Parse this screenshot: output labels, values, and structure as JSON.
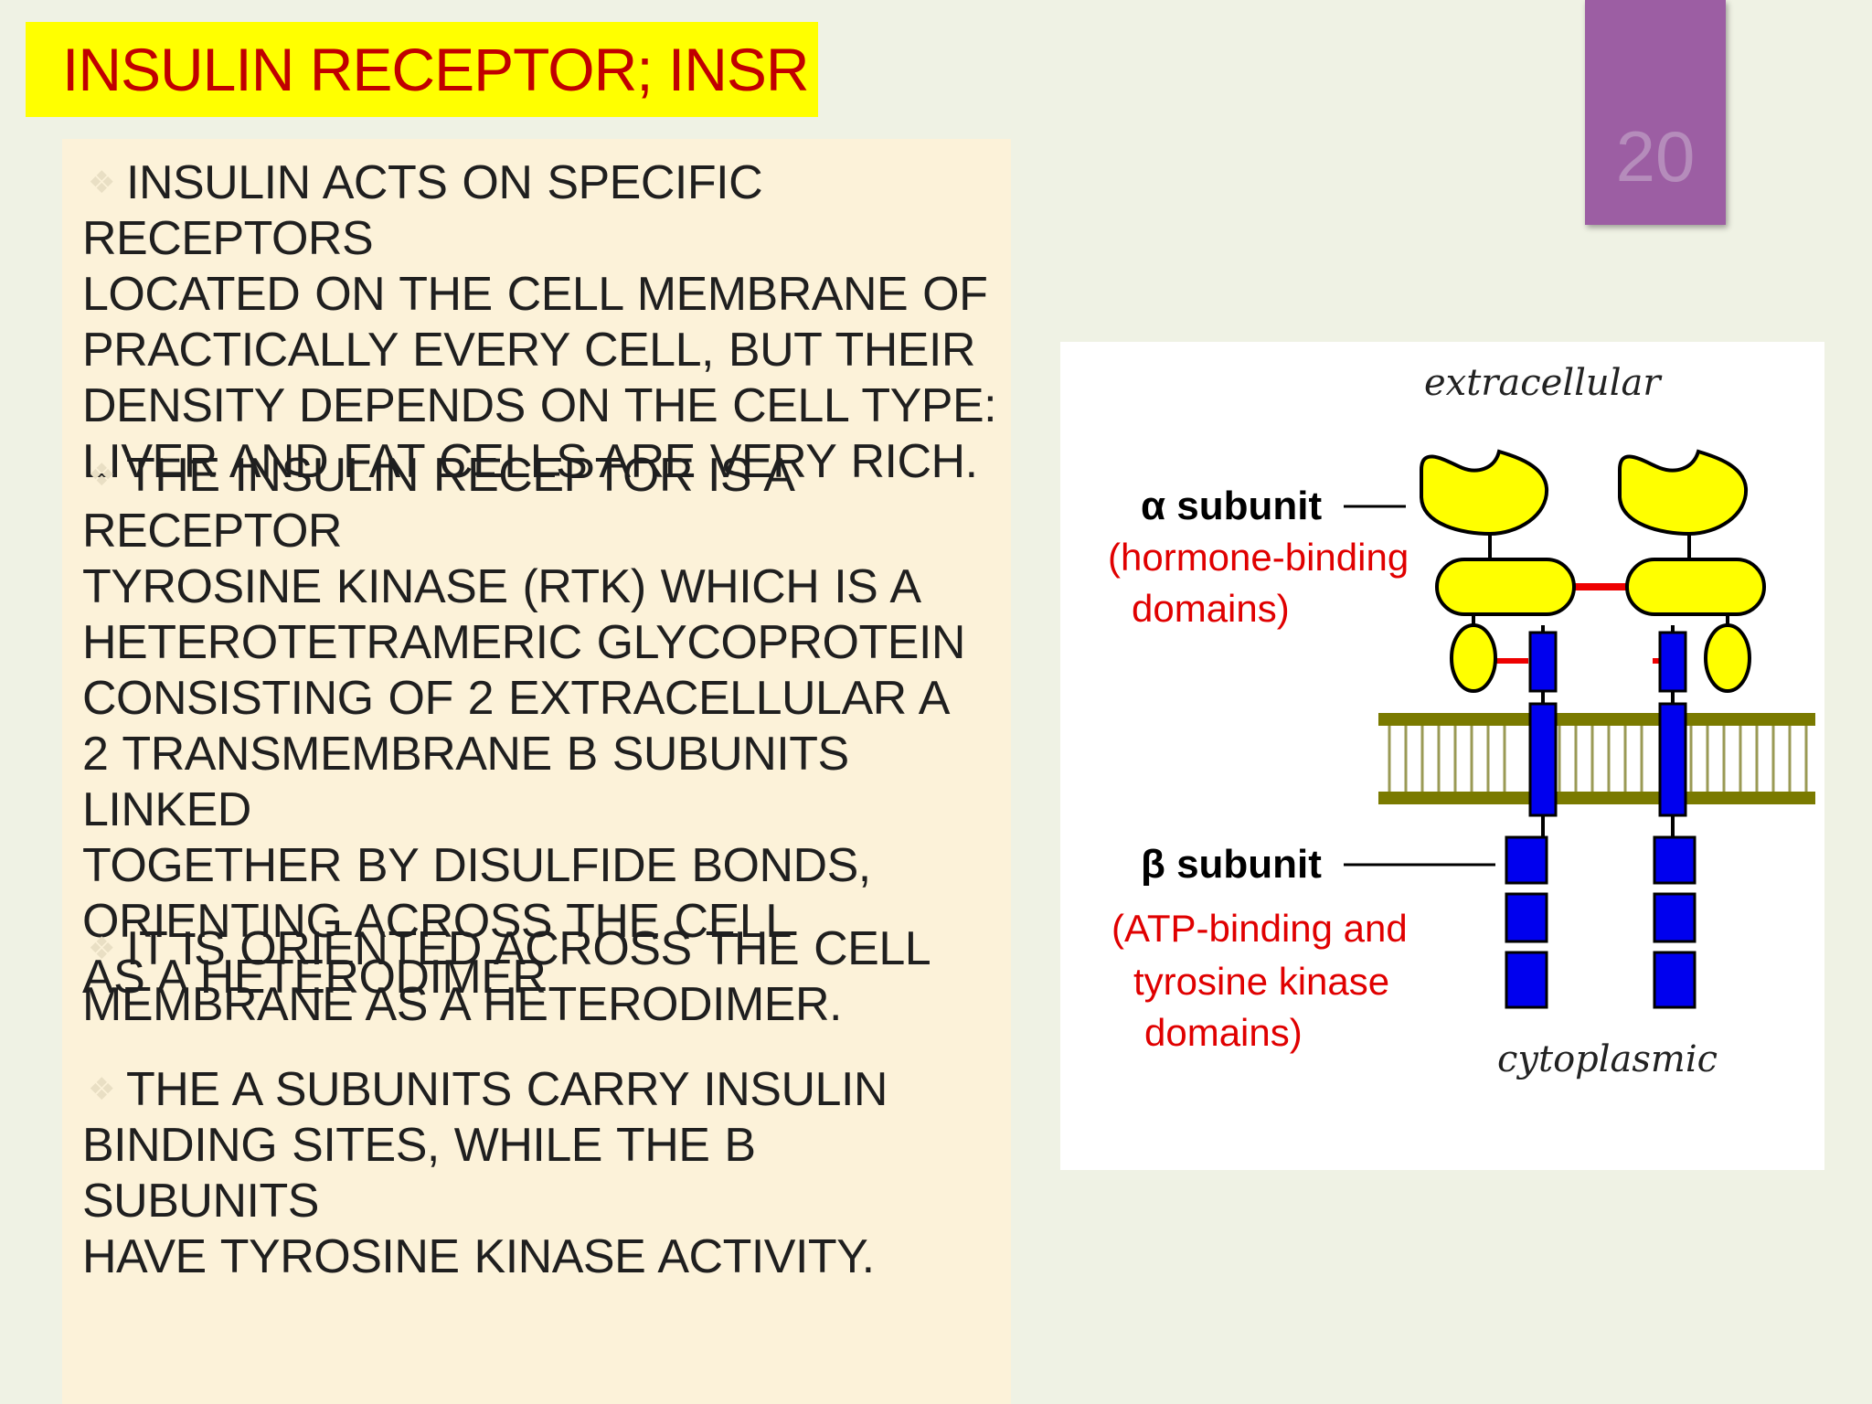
{
  "slide": {
    "title": "INSULIN RECEPTOR; INSR",
    "page_number": "20"
  },
  "paragraphs": [
    {
      "lines": [
        "INSULIN ACTS ON SPECIFIC RECEPTORS",
        "LOCATED ON THE CELL MEMBRANE OF",
        "PRACTICALLY EVERY CELL, BUT THEIR",
        "DENSITY DEPENDS ON THE CELL TYPE:",
        "LIVER AND FAT CELLS ARE VERY RICH."
      ]
    },
    {
      "lines": [
        "THE INSULIN RECEPTOR IS A RECEPTOR",
        "TYROSINE KINASE (RTK) WHICH IS A",
        "HETEROTETRAMERIC GLYCOPROTEIN",
        "CONSISTING OF 2 EXTRACELLULAR A",
        "2 TRANSMEMBRANE B SUBUNITS LINKED",
        "TOGETHER BY DISULFIDE BONDS,",
        "ORIENTING ACROSS THE CELL",
        "AS A HETERODIMER"
      ]
    },
    {
      "lines": [
        "IT IS ORIENTED ACROSS THE CELL",
        "MEMBRANE AS A HETERODIMER."
      ]
    },
    {
      "lines": [
        "THE A SUBUNITS CARRY INSULIN",
        "BINDING SITES, WHILE THE B SUBUNITS",
        "HAVE TYROSINE KINASE ACTIVITY."
      ]
    }
  ],
  "diagram": {
    "extracellular_label": "extracellular",
    "cytoplasmic_label": "cytoplasmic",
    "alpha_label": "α subunit",
    "alpha_desc": [
      "(hormone-binding",
      "domains)"
    ],
    "beta_label": "β subunit",
    "beta_desc": [
      "(ATP-binding and",
      "tyrosine kinase",
      "domains)"
    ],
    "colors": {
      "alpha": "#ffff00",
      "beta": "#0000ee",
      "disulfide": "#ee0000",
      "membrane": "#7a7a00"
    }
  },
  "colors": {
    "title_bg": "#ffff00",
    "title_text": "#c00000",
    "tab_bg": "#9c5ea3",
    "panel_bg": "#fcf2d9"
  }
}
